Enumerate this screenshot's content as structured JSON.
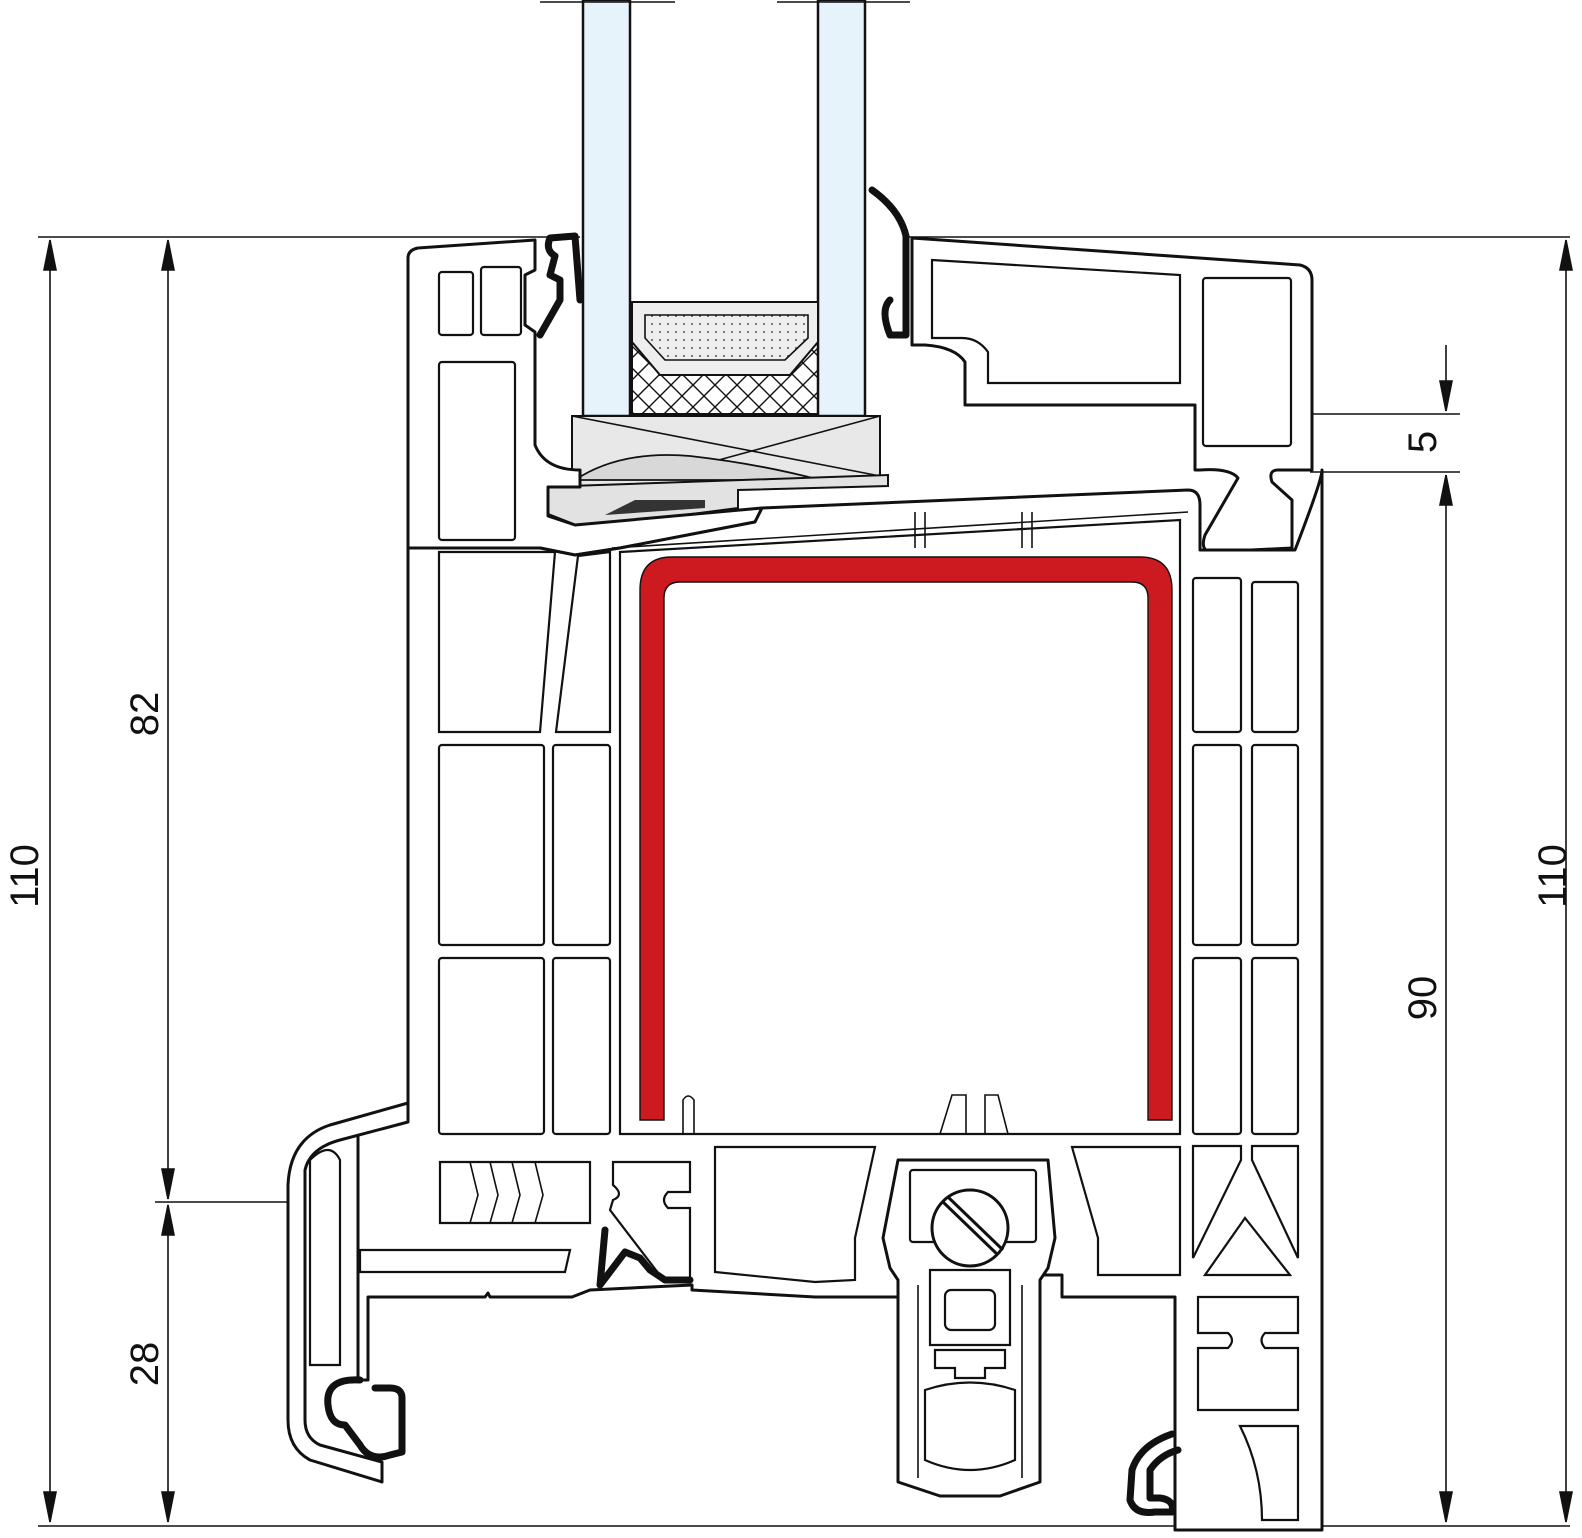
{
  "dimensions": {
    "left_total": "110",
    "left_upper": "82",
    "left_lower": "28",
    "right_total": "110",
    "right_upper": "5",
    "right_lower": "90"
  },
  "colors": {
    "reinforcement": "#cc1a20",
    "glass": "#e6f3fb",
    "profile": "#ffffff",
    "outline": "#111111",
    "spacer": "#e6e6e6"
  }
}
